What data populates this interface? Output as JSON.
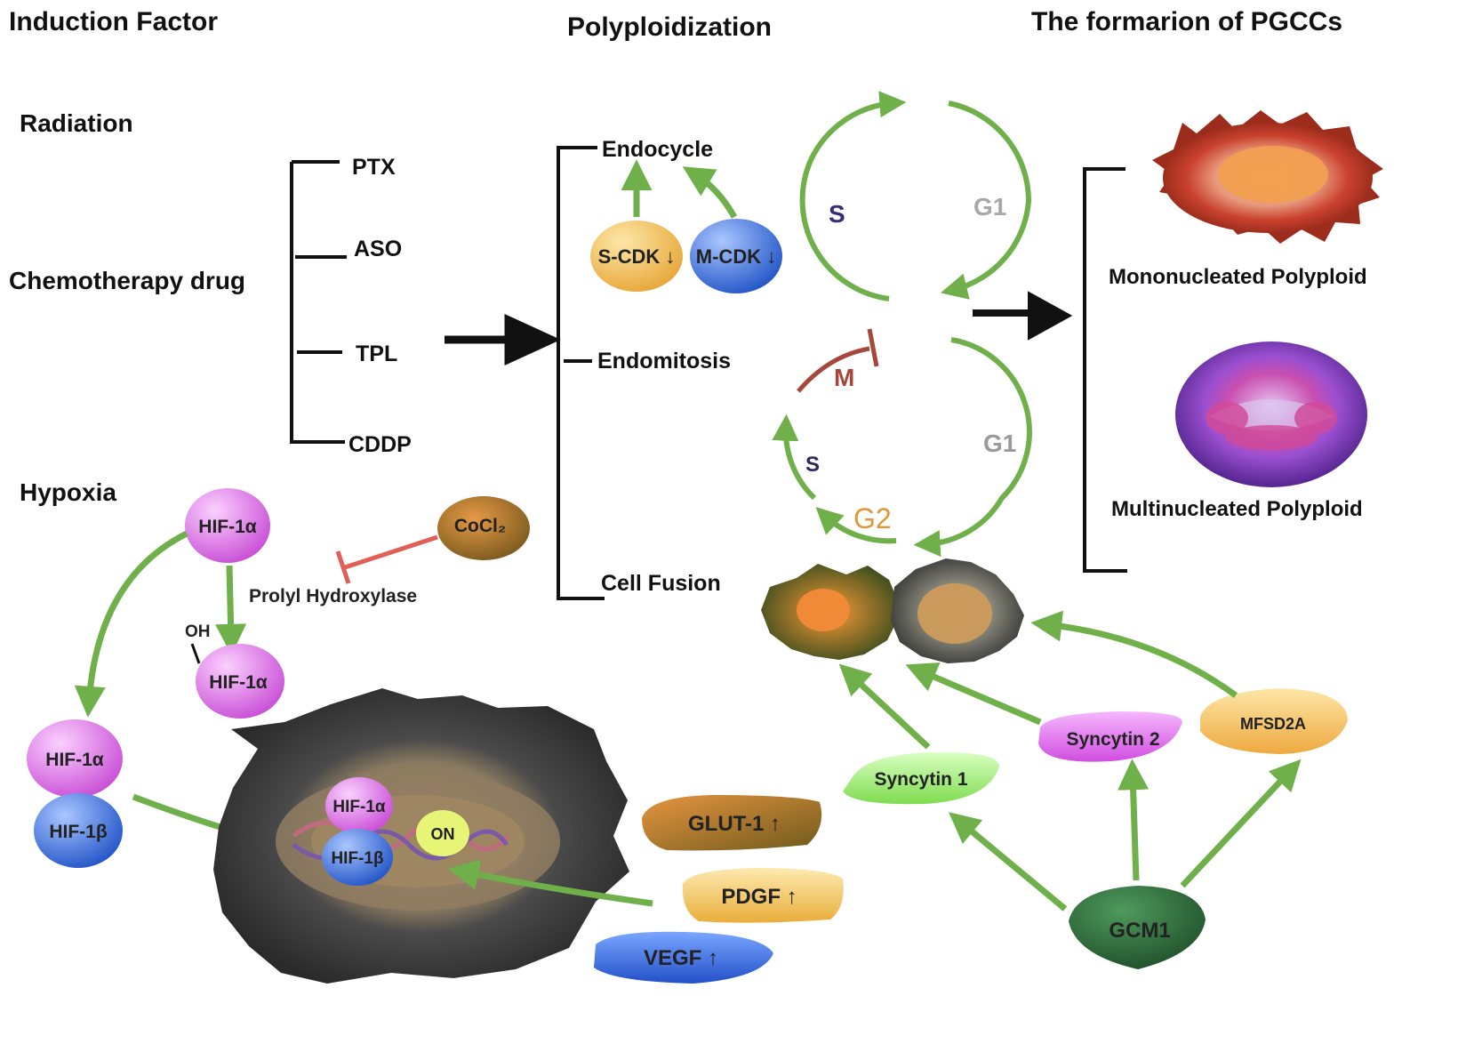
{
  "headers": {
    "induction_factor": "Induction Factor",
    "polyploidization": "Polyploidization",
    "formation": "The formarion of PGCCs"
  },
  "induction": {
    "radiation": "Radiation",
    "chemotherapy": "Chemotherapy drug",
    "drugs": [
      "PTX",
      "ASO",
      "TPL",
      "CDDP"
    ],
    "hypoxia": "Hypoxia"
  },
  "mechanisms": {
    "endocycle": "Endocycle",
    "endomitosis": "Endomitosis",
    "cell_fusion": "Cell Fusion",
    "s_cdk": "S-CDK ↓",
    "m_cdk": "M-CDK ↓"
  },
  "cycles": {
    "top": {
      "s": "S",
      "g1": "G1"
    },
    "bottom": {
      "m": "M",
      "s": "S",
      "g1": "G1",
      "g2": "G2"
    }
  },
  "outcomes": {
    "mononucleated": "Mononucleated Polyploid",
    "multinucleated": "Multinucleated Polyploid"
  },
  "hypoxia_pathway": {
    "hif1a": "HIF-1α",
    "hif1b": "HIF-1β",
    "cocl2": "CoCl₂",
    "prolyl_hydroxylase": "Prolyl Hydroxylase",
    "oh": "OH",
    "on": "ON",
    "glut1": "GLUT-1 ↑",
    "pdgf": "PDGF ↑",
    "vegf": "VEGF ↑"
  },
  "fusion_pathway": {
    "syncytin1": "Syncytin 1",
    "syncytin2": "Syncytin 2",
    "mfsd2a": "MFSD2A",
    "gcm1": "GCM1"
  },
  "colors": {
    "arrow_green": "#6fb04a",
    "inhibit_red": "#e06058",
    "m_arc": "#a5473a",
    "hif_pink": "#e070e8",
    "hif_blue": "#3a6ee0",
    "s_cdk_yellow": "#f2c25a",
    "m_cdk_blue": "#3f7ae6",
    "cocl2_brown": "#c77a2e",
    "gcm1_green": "#2f6b3f"
  }
}
